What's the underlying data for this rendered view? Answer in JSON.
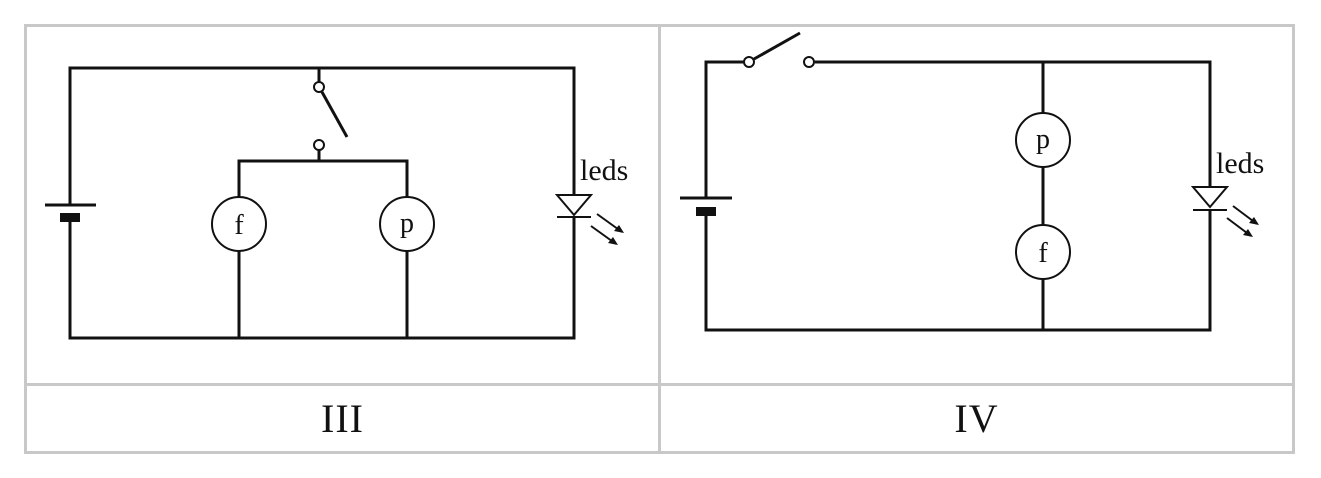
{
  "diagrams": [
    {
      "caption": "III",
      "led_label": "leds",
      "component_a_label": "f",
      "component_b_label": "p"
    },
    {
      "caption": "IV",
      "led_label": "leds",
      "component_a_label": "p",
      "component_b_label": "f"
    }
  ],
  "colors": {
    "wire": "#111111",
    "grid_border": "#c8c8c8",
    "background": "#ffffff"
  }
}
